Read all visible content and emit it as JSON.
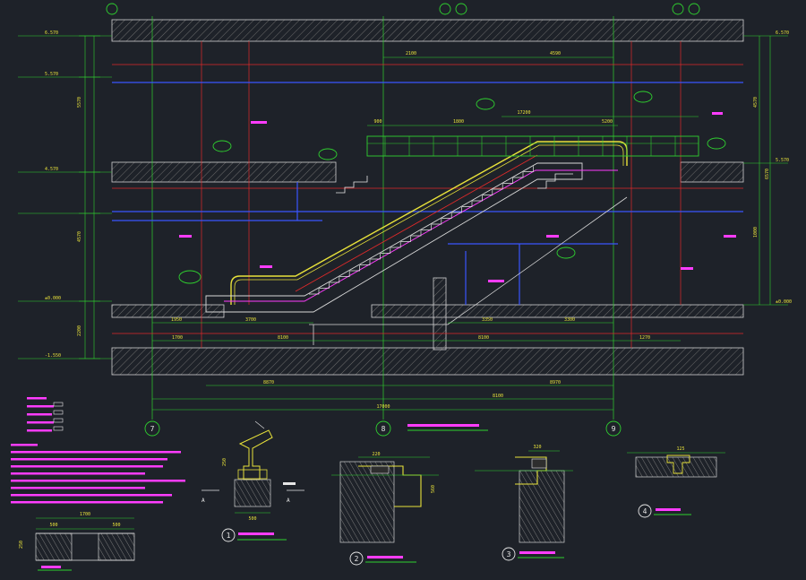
{
  "colors": {
    "background": "#1e2229",
    "green": "#2fd12f",
    "yellow": "#e8e23a",
    "magenta": "#ff3cff",
    "red": "#e02a2a",
    "blue": "#3a55ff",
    "white": "#e6e6e6",
    "cyan": "#2fd6d6",
    "hatch": "#8a8a8a"
  },
  "main_section": {
    "grid_axes": [
      "7",
      "8",
      "9"
    ],
    "left_levels": [
      "6.570",
      "5.570",
      "4.570",
      "±0.000",
      "-1.550"
    ],
    "right_levels": [
      "6.570",
      "5.570",
      "±0.000"
    ],
    "top_dims": [
      "2100",
      "4590"
    ],
    "mid_dims": [
      "900",
      "1800",
      "17200"
    ],
    "upper_right_dims": [
      "5200"
    ],
    "bottom_dims": [
      "1700",
      "1950",
      "3700",
      "8100",
      "8100"
    ],
    "overall_dim": "17000",
    "span_dims": [
      "8870",
      "8100",
      "8970"
    ],
    "lower_mid_dims": [
      "3350",
      "3300",
      "1270"
    ],
    "left_vertical_dims": [
      "5570",
      "4570",
      "2200"
    ],
    "right_vertical_dims": [
      "4570",
      "1000",
      "6570"
    ]
  },
  "details": {
    "detail_numbers": [
      "1",
      "2",
      "3",
      "4"
    ],
    "detail_1_dims": [
      "500",
      "250"
    ],
    "detail_2_dims": [
      "220",
      "560"
    ],
    "detail_3_dims": [
      "320"
    ],
    "detail_4_dims": [
      "125"
    ],
    "section_aa_dims": [
      "1700",
      "500",
      "500",
      "250"
    ],
    "section_mark": "A"
  }
}
